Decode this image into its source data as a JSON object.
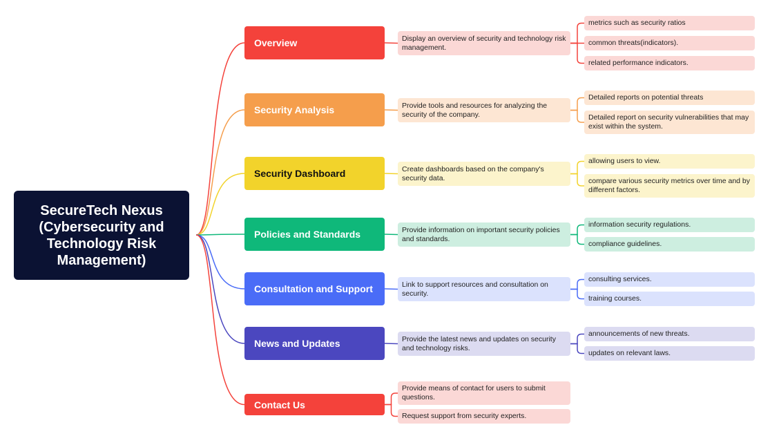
{
  "root": {
    "title": "SecureTech Nexus (Cybersecurity and Technology Risk Management)"
  },
  "branches": [
    {
      "label": "Overview",
      "color": "#f4423b",
      "subtopics": [
        {
          "text": "Display an overview of security and technology risk management.",
          "bg": "#fbd8d6",
          "details": [
            "metrics such as security ratios",
            "common threats(indicators).",
            "related performance indicators."
          ]
        }
      ]
    },
    {
      "label": "Security Analysis",
      "color": "#f59e4c",
      "subtopics": [
        {
          "text": "Provide tools and resources for analyzing the security of the company.",
          "bg": "#fde6d3",
          "details": [
            " Detailed reports on potential threats",
            "Detailed report on security vulnerabilities that may exist within the system."
          ]
        }
      ]
    },
    {
      "label": "Security Dashboard",
      "color": "#f2d32b",
      "subtopics": [
        {
          "text": "Create dashboards based on the company's security data.",
          "bg": "#fcf4cc",
          "details": [
            "allowing users to view.",
            "compare various security metrics over time and by different factors."
          ]
        }
      ]
    },
    {
      "label": "Policies and Standards",
      "color": "#0fb87a",
      "subtopics": [
        {
          "text": "Provide information on important security policies and standards.",
          "bg": "#cdeee0",
          "details": [
            "information security regulations.",
            "compliance guidelines."
          ]
        }
      ]
    },
    {
      "label": "Consultation and Support",
      "color": "#4a6cf7",
      "subtopics": [
        {
          "text": "Link to support resources and consultation on security.",
          "bg": "#dbe2fd",
          "details": [
            "consulting services.",
            " training courses."
          ]
        }
      ]
    },
    {
      "label": "News and Updates",
      "color": "#4b47bf",
      "subtopics": [
        {
          "text": "Provide the latest news and updates on security and technology risks.",
          "bg": "#dcdbf1",
          "details": [
            "announcements of new threats.",
            "updates on relevant laws."
          ]
        }
      ]
    },
    {
      "label": "Contact Us",
      "color": "#f4423b",
      "subtopics": [
        {
          "text": "Provide means of contact for users to submit questions.",
          "bg": "#fbd8d6",
          "details": []
        },
        {
          "text": " Request support from security experts.",
          "bg": "#fbd8d6",
          "details": []
        }
      ]
    }
  ]
}
